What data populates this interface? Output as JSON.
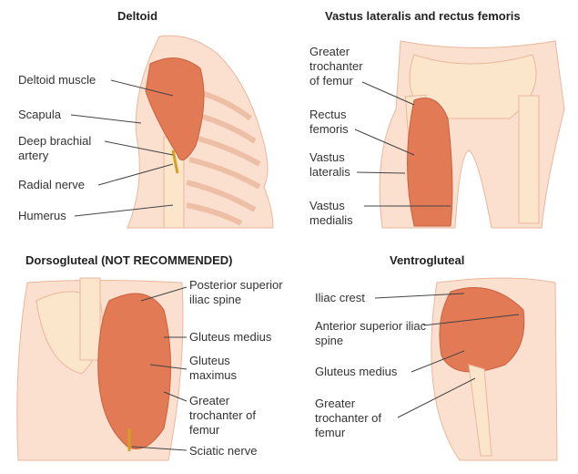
{
  "panels": {
    "deltoid": {
      "title": "Deltoid",
      "labels": {
        "deltoid_muscle": "Deltoid muscle",
        "scapula": "Scapula",
        "deep_brachial_artery": "Deep brachial artery",
        "radial_nerve": "Radial nerve",
        "humerus": "Humerus"
      }
    },
    "vastus": {
      "title": "Vastus lateralis and rectus femoris",
      "labels": {
        "greater_trochanter": "Greater trochanter of femur",
        "rectus_femoris": "Rectus femoris",
        "vastus_lateralis": "Vastus lateralis",
        "vastus_medialis": "Vastus medialis"
      }
    },
    "dorsogluteal": {
      "title": "Dorsogluteal (NOT RECOMMENDED)",
      "labels": {
        "psis": "Posterior superior iliac spine",
        "gluteus_medius": "Gluteus medius",
        "gluteus_maximus": "Gluteus maximus",
        "greater_trochanter": "Greater trochanter of femur",
        "sciatic_nerve": "Sciatic nerve"
      }
    },
    "ventrogluteal": {
      "title": "Ventrogluteal",
      "labels": {
        "iliac_crest": "Iliac crest",
        "asis": "Anterior superior iliac spine",
        "gluteus_medius": "Gluteus medius",
        "greater_trochanter": "Greater trochanter of femur"
      }
    }
  },
  "colors": {
    "skin": "#fbe0cf",
    "outline": "#e9b79c",
    "muscle": "#e27a55",
    "bone": "#fbe6cc",
    "text": "#333333"
  }
}
